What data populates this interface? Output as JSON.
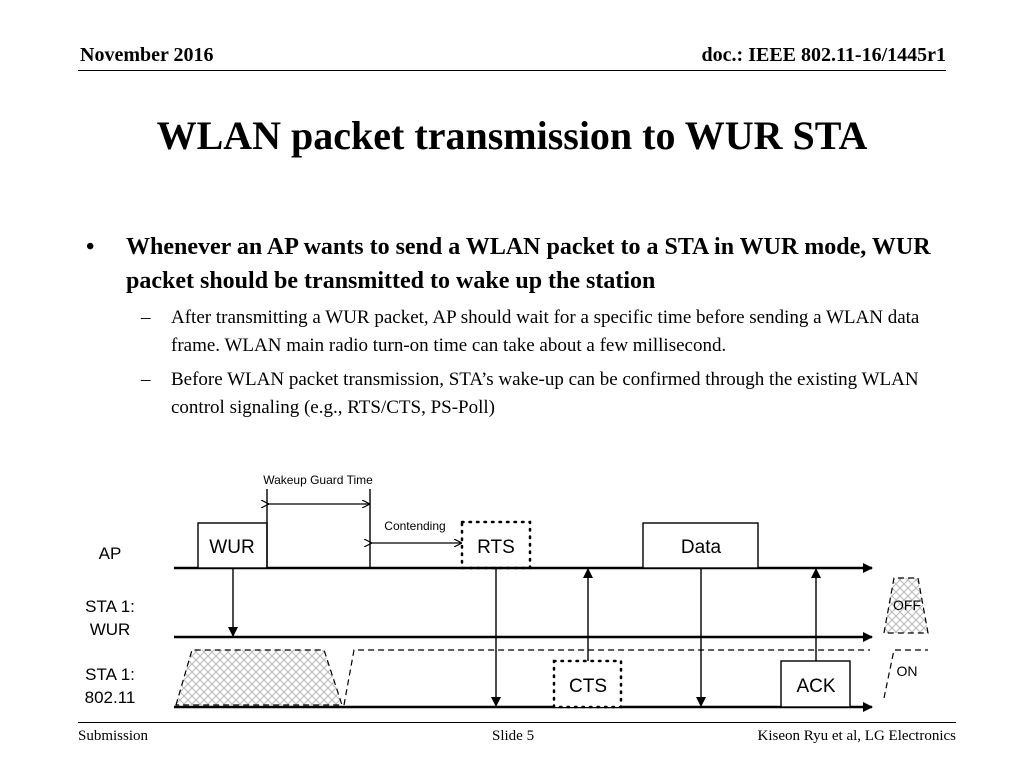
{
  "header": {
    "date": "November 2016",
    "doc": "doc.: IEEE 802.11-16/1445r1"
  },
  "title": "WLAN packet transmission to WUR STA",
  "bullets": [
    {
      "marker": "•",
      "text": "Whenever an AP wants to send a WLAN packet to a STA in WUR mode, WUR packet should be transmitted to wake up the station",
      "subs": [
        {
          "marker": "–",
          "text": "After transmitting a WUR packet, AP should wait for a specific time before sending a WLAN data frame. WLAN main radio turn-on time can take about a few millisecond."
        },
        {
          "marker": "–",
          "text": "Before WLAN packet transmission, STA’s wake-up can be confirmed through the existing WLAN control signaling (e.g., RTS/CTS, PS-Poll)"
        }
      ]
    }
  ],
  "diagram": {
    "rows": {
      "ap": "AP",
      "sta_wur_line1": "STA 1:",
      "sta_wur_line2": "WUR",
      "sta_11_line1": "STA 1:",
      "sta_11_line2": "802.11"
    },
    "frames": {
      "wur": "WUR",
      "rts": "RTS",
      "data": "Data",
      "cts": "CTS",
      "ack": "ACK"
    },
    "annotations": {
      "guard": "Wakeup Guard Time",
      "contending": "Contending"
    },
    "legend": {
      "off": "OFF",
      "on": "ON"
    },
    "colors": {
      "line": "#000000",
      "hatch": "#b8b8b8",
      "fill": "#ffffff"
    }
  },
  "footer": {
    "left": "Submission",
    "center": "Slide 5",
    "right": "Kiseon Ryu et al, LG Electronics"
  }
}
